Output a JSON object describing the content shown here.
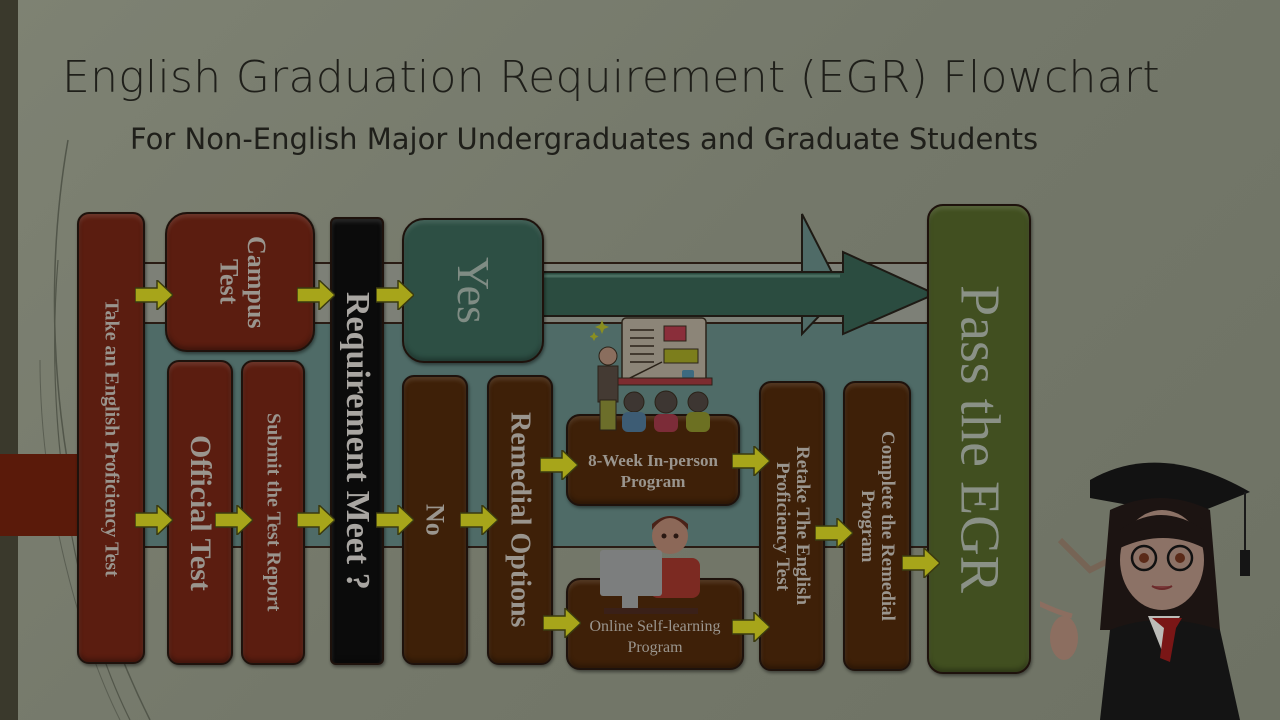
{
  "header": {
    "title": "English Graduation Requirement (EGR) Flowchart",
    "subtitle": "For Non-English Major Undergraduates and Graduate Students"
  },
  "flow": {
    "start": "Take an English Proficiency Test",
    "campus_test": "Campus Test",
    "official_test": "Official Test",
    "submit_report": "Submit the Test Report",
    "decision": "Requirement Meet ?",
    "yes": "Yes",
    "no": "No",
    "remedial_options": "Remedial Options",
    "in_person_line1": "8-Week In-person",
    "in_person_line2": "Program",
    "online_line1": "Online Self-learning",
    "online_line2": "Program",
    "retake_line1": "Retake The English",
    "retake_line2": "Proficiency Test",
    "complete_line1": "Complete the  Remedial",
    "complete_line2": "Program",
    "pass": "Pass the EGR"
  },
  "colors": {
    "red_box": "#5b1d10",
    "brown_box": "#3e2008",
    "decision_box": "#0b0b0b",
    "yes_box": "#2d4f44",
    "pass_box": "#414f20",
    "arrow": "#a7a51a",
    "teal_band": "#4f6b67"
  },
  "illustrations": {
    "classroom": "teacher-presenting-to-students",
    "online": "person-at-computer",
    "mascot": "graduate-girl-with-cap-pointing"
  }
}
